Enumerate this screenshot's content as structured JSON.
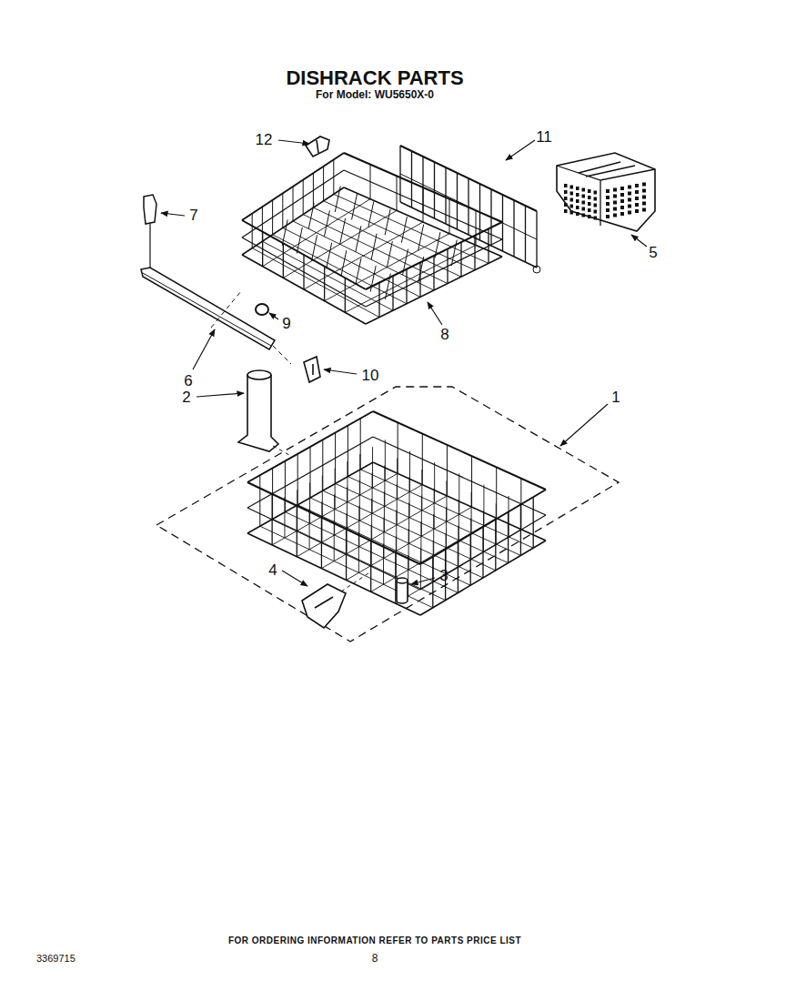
{
  "diagram": {
    "title": "DISHRACK PARTS",
    "labels": [
      "For Model: WU5650X-0",
      "12",
      "11",
      "7",
      "5",
      "9",
      "8",
      "6",
      "10",
      "2",
      "1",
      "4",
      "3",
      "FOR ORDERING INFORMATION REFER TO PARTS PRICE LIST",
      "3369715",
      "8"
    ]
  }
}
